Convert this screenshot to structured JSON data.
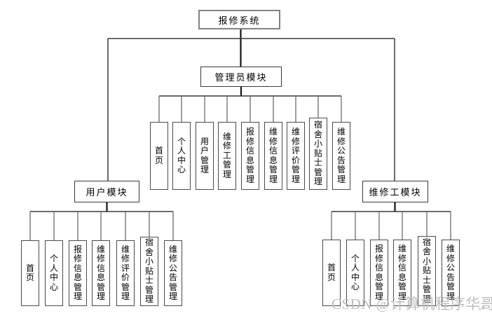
{
  "diagram": {
    "root": {
      "label": "报修系统"
    },
    "admin": {
      "label": "管理员模块",
      "children": [
        "首页",
        "个人中心",
        "用户管理",
        "维修工管理",
        "报修信息管理",
        "维修信息管理",
        "维修评价管理",
        "宿舍小贴士管理",
        "维修公告管理"
      ]
    },
    "user": {
      "label": "用户模块",
      "children": [
        "首页",
        "个人中心",
        "报修信息管理",
        "维修信息管理",
        "维修评价管理",
        "宿舍小贴士管理",
        "维修公告管理"
      ]
    },
    "worker": {
      "label": "维修工模块",
      "children": [
        "首页",
        "个人中心",
        "报修信息管理",
        "维修信息管理",
        "宿舍小贴士管理",
        "维修公告管理"
      ]
    }
  },
  "watermark": {
    "text": "CSDN @计算机程序华哥",
    "return_mark": "↵"
  }
}
